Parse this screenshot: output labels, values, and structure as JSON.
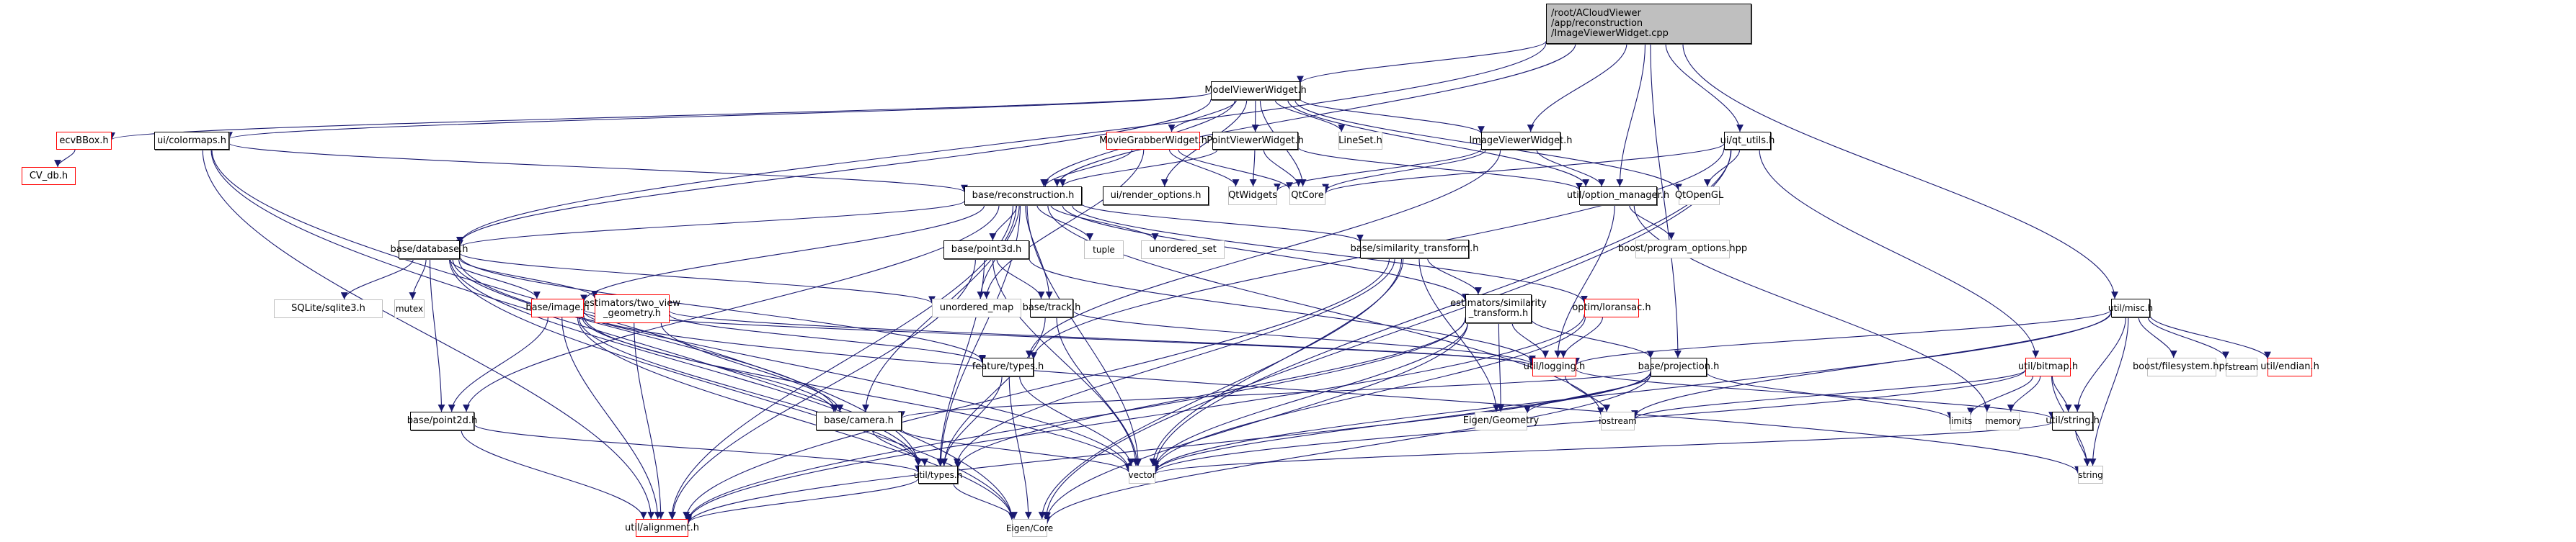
{
  "title": "Include dependency graph for ImageViewerWidget.cpp",
  "colors": {
    "edge": "#191970",
    "root_fill": "#bfbfbf",
    "documented_border": "#000000",
    "system_border": "#bfbfbf",
    "undocumented_border": "#ff0000"
  },
  "nodes": [
    {
      "id": "root",
      "label": "/root/ACloudViewer\n/app/reconstruction\n/ImageViewerWidget.cpp",
      "kind": "root"
    },
    {
      "id": "ModelViewerWidget",
      "label": "ModelViewerWidget.h",
      "kind": "doc"
    },
    {
      "id": "ecvBBox",
      "label": "ecvBBox.h",
      "kind": "missing"
    },
    {
      "id": "CV_db",
      "label": "CV_db.h",
      "kind": "missing"
    },
    {
      "id": "colormaps",
      "label": "ui/colormaps.h",
      "kind": "doc"
    },
    {
      "id": "MovieGrabberWidget",
      "label": "MovieGrabberWidget.h",
      "kind": "missing"
    },
    {
      "id": "PointViewerWidget",
      "label": "PointViewerWidget.h",
      "kind": "doc"
    },
    {
      "id": "LineSet",
      "label": "LineSet.h",
      "kind": "sys"
    },
    {
      "id": "ImageViewerWidget",
      "label": "ImageViewerWidget.h",
      "kind": "doc"
    },
    {
      "id": "qt_utils",
      "label": "ui/qt_utils.h",
      "kind": "doc"
    },
    {
      "id": "reconstruction",
      "label": "base/reconstruction.h",
      "kind": "doc"
    },
    {
      "id": "render_options",
      "label": "ui/render_options.h",
      "kind": "doc"
    },
    {
      "id": "QtWidgets",
      "label": "QtWidgets",
      "kind": "sys"
    },
    {
      "id": "QtCore",
      "label": "QtCore",
      "kind": "sys"
    },
    {
      "id": "option_manager",
      "label": "util/option_manager.h",
      "kind": "doc"
    },
    {
      "id": "QtOpenGL",
      "label": "QtOpenGL",
      "kind": "sys"
    },
    {
      "id": "database",
      "label": "base/database.h",
      "kind": "doc"
    },
    {
      "id": "point3d",
      "label": "base/point3d.h",
      "kind": "doc"
    },
    {
      "id": "tuple",
      "label": "tuple",
      "kind": "sys"
    },
    {
      "id": "unordered_set",
      "label": "unordered_set",
      "kind": "sys"
    },
    {
      "id": "similarity_transform",
      "label": "base/similarity_transform.h",
      "kind": "doc"
    },
    {
      "id": "program_options",
      "label": "boost/program_options.hpp",
      "kind": "sys"
    },
    {
      "id": "misc",
      "label": "util/misc.h",
      "kind": "doc"
    },
    {
      "id": "sqlite3",
      "label": "SQLite/sqlite3.h",
      "kind": "sys"
    },
    {
      "id": "mutex",
      "label": "mutex",
      "kind": "sys"
    },
    {
      "id": "image",
      "label": "base/image.h",
      "kind": "missing"
    },
    {
      "id": "two_view_geometry",
      "label": "estimators/two_view\n_geometry.h",
      "kind": "missing"
    },
    {
      "id": "unordered_map",
      "label": "unordered_map",
      "kind": "sys"
    },
    {
      "id": "track",
      "label": "base/track.h",
      "kind": "doc"
    },
    {
      "id": "est_similarity_transform",
      "label": "estimators/similarity\n_transform.h",
      "kind": "doc"
    },
    {
      "id": "loransac",
      "label": "optim/loransac.h",
      "kind": "missing"
    },
    {
      "id": "bitmap",
      "label": "util/bitmap.h",
      "kind": "missing"
    },
    {
      "id": "filesystem",
      "label": "boost/filesystem.hpp",
      "kind": "sys"
    },
    {
      "id": "fstream",
      "label": "fstream",
      "kind": "sys"
    },
    {
      "id": "endian",
      "label": "util/endian.h",
      "kind": "missing"
    },
    {
      "id": "feature_types",
      "label": "feature/types.h",
      "kind": "doc"
    },
    {
      "id": "logging",
      "label": "util/logging.h",
      "kind": "missing"
    },
    {
      "id": "projection",
      "label": "base/projection.h",
      "kind": "doc"
    },
    {
      "id": "point2d",
      "label": "base/point2d.h",
      "kind": "doc"
    },
    {
      "id": "camera",
      "label": "base/camera.h",
      "kind": "doc"
    },
    {
      "id": "EigenGeometry",
      "label": "Eigen/Geometry",
      "kind": "sys"
    },
    {
      "id": "iostream",
      "label": "iostream",
      "kind": "sys"
    },
    {
      "id": "limits",
      "label": "limits",
      "kind": "sys"
    },
    {
      "id": "memory",
      "label": "memory",
      "kind": "sys"
    },
    {
      "id": "util_string",
      "label": "util/string.h",
      "kind": "doc"
    },
    {
      "id": "util_types",
      "label": "util/types.h",
      "kind": "doc"
    },
    {
      "id": "vector",
      "label": "vector",
      "kind": "sys"
    },
    {
      "id": "string",
      "label": "string",
      "kind": "sys"
    },
    {
      "id": "alignment",
      "label": "util/alignment.h",
      "kind": "missing"
    },
    {
      "id": "EigenCore",
      "label": "Eigen/Core",
      "kind": "sys"
    }
  ],
  "edges": [
    [
      "root",
      "ModelViewerWidget"
    ],
    [
      "root",
      "reconstruction"
    ],
    [
      "root",
      "database"
    ],
    [
      "root",
      "ImageViewerWidget"
    ],
    [
      "root",
      "option_manager"
    ],
    [
      "root",
      "qt_utils"
    ],
    [
      "root",
      "misc"
    ],
    [
      "root",
      "projection"
    ],
    [
      "ModelViewerWidget",
      "ecvBBox"
    ],
    [
      "ModelViewerWidget",
      "colormaps"
    ],
    [
      "ModelViewerWidget",
      "MovieGrabberWidget"
    ],
    [
      "ModelViewerWidget",
      "PointViewerWidget"
    ],
    [
      "ModelViewerWidget",
      "LineSet"
    ],
    [
      "ModelViewerWidget",
      "ImageViewerWidget"
    ],
    [
      "ModelViewerWidget",
      "reconstruction"
    ],
    [
      "ModelViewerWidget",
      "render_options"
    ],
    [
      "ModelViewerWidget",
      "QtCore"
    ],
    [
      "ModelViewerWidget",
      "option_manager"
    ],
    [
      "ModelViewerWidget",
      "QtOpenGL"
    ],
    [
      "ModelViewerWidget",
      "database"
    ],
    [
      "ecvBBox",
      "CV_db"
    ],
    [
      "colormaps",
      "reconstruction"
    ],
    [
      "colormaps",
      "util_types"
    ],
    [
      "colormaps",
      "alignment"
    ],
    [
      "colormaps",
      "EigenCore"
    ],
    [
      "MovieGrabberWidget",
      "reconstruction"
    ],
    [
      "MovieGrabberWidget",
      "QtWidgets"
    ],
    [
      "MovieGrabberWidget",
      "QtCore"
    ],
    [
      "MovieGrabberWidget",
      "unordered_map"
    ],
    [
      "PointViewerWidget",
      "reconstruction"
    ],
    [
      "PointViewerWidget",
      "QtWidgets"
    ],
    [
      "PointViewerWidget",
      "QtCore"
    ],
    [
      "PointViewerWidget",
      "option_manager"
    ],
    [
      "ImageViewerWidget",
      "QtWidgets"
    ],
    [
      "ImageViewerWidget",
      "QtCore"
    ],
    [
      "ImageViewerWidget",
      "option_manager"
    ],
    [
      "ImageViewerWidget",
      "feature_types"
    ],
    [
      "qt_utils",
      "QtCore"
    ],
    [
      "qt_utils",
      "QtOpenGL"
    ],
    [
      "qt_utils",
      "feature_types"
    ],
    [
      "qt_utils",
      "bitmap"
    ],
    [
      "qt_utils",
      "vector"
    ],
    [
      "qt_utils",
      "EigenCore"
    ],
    [
      "reconstruction",
      "database"
    ],
    [
      "reconstruction",
      "point3d"
    ],
    [
      "reconstruction",
      "tuple"
    ],
    [
      "reconstruction",
      "unordered_set"
    ],
    [
      "reconstruction",
      "similarity_transform"
    ],
    [
      "reconstruction",
      "image"
    ],
    [
      "reconstruction",
      "unordered_map"
    ],
    [
      "reconstruction",
      "track"
    ],
    [
      "reconstruction",
      "est_similarity_transform"
    ],
    [
      "reconstruction",
      "loransac"
    ],
    [
      "reconstruction",
      "camera"
    ],
    [
      "reconstruction",
      "point2d"
    ],
    [
      "reconstruction",
      "util_types"
    ],
    [
      "reconstruction",
      "vector"
    ],
    [
      "reconstruction",
      "iostream"
    ],
    [
      "reconstruction",
      "alignment"
    ],
    [
      "option_manager",
      "program_options"
    ],
    [
      "option_manager",
      "logging"
    ],
    [
      "option_manager",
      "memory"
    ],
    [
      "database",
      "sqlite3"
    ],
    [
      "database",
      "mutex"
    ],
    [
      "database",
      "image"
    ],
    [
      "database",
      "two_view_geometry"
    ],
    [
      "database",
      "unordered_map"
    ],
    [
      "database",
      "feature_types"
    ],
    [
      "database",
      "camera"
    ],
    [
      "database",
      "point2d"
    ],
    [
      "database",
      "util_types"
    ],
    [
      "database",
      "vector"
    ],
    [
      "database",
      "EigenCore"
    ],
    [
      "point3d",
      "track"
    ],
    [
      "point3d",
      "util_types"
    ],
    [
      "point3d",
      "logging"
    ],
    [
      "point3d",
      "vector"
    ],
    [
      "point3d",
      "alignment"
    ],
    [
      "similarity_transform",
      "est_similarity_transform"
    ],
    [
      "similarity_transform",
      "EigenGeometry"
    ],
    [
      "similarity_transform",
      "util_types"
    ],
    [
      "similarity_transform",
      "vector"
    ],
    [
      "similarity_transform",
      "alignment"
    ],
    [
      "similarity_transform",
      "EigenCore"
    ],
    [
      "misc",
      "logging"
    ],
    [
      "misc",
      "filesystem"
    ],
    [
      "misc",
      "fstream"
    ],
    [
      "misc",
      "endian"
    ],
    [
      "misc",
      "util_string"
    ],
    [
      "misc",
      "string"
    ],
    [
      "misc",
      "vector"
    ],
    [
      "misc",
      "iostream"
    ],
    [
      "image",
      "point2d"
    ],
    [
      "image",
      "camera"
    ],
    [
      "image",
      "util_types"
    ],
    [
      "image",
      "logging"
    ],
    [
      "image",
      "vector"
    ],
    [
      "image",
      "alignment"
    ],
    [
      "image",
      "string"
    ],
    [
      "image",
      "EigenCore"
    ],
    [
      "two_view_geometry",
      "camera"
    ],
    [
      "two_view_geometry",
      "feature_types"
    ],
    [
      "two_view_geometry",
      "alignment"
    ],
    [
      "two_view_geometry",
      "logging"
    ],
    [
      "track",
      "util_types"
    ],
    [
      "track",
      "logging"
    ],
    [
      "track",
      "vector"
    ],
    [
      "est_similarity_transform",
      "logging"
    ],
    [
      "est_similarity_transform",
      "EigenGeometry"
    ],
    [
      "est_similarity_transform",
      "util_types"
    ],
    [
      "est_similarity_transform",
      "vector"
    ],
    [
      "est_similarity_transform",
      "projection"
    ],
    [
      "est_similarity_transform",
      "alignment"
    ],
    [
      "est_similarity_transform",
      "EigenCore"
    ],
    [
      "loransac",
      "logging"
    ],
    [
      "loransac",
      "vector"
    ],
    [
      "loransac",
      "alignment"
    ],
    [
      "bitmap",
      "limits"
    ],
    [
      "bitmap",
      "memory"
    ],
    [
      "bitmap",
      "util_string"
    ],
    [
      "bitmap",
      "string"
    ],
    [
      "bitmap",
      "vector"
    ],
    [
      "bitmap",
      "iostream"
    ],
    [
      "feature_types",
      "util_types"
    ],
    [
      "feature_types",
      "vector"
    ],
    [
      "feature_types",
      "EigenCore"
    ],
    [
      "logging",
      "iostream"
    ],
    [
      "logging",
      "util_string"
    ],
    [
      "projection",
      "camera"
    ],
    [
      "projection",
      "EigenGeometry"
    ],
    [
      "projection",
      "limits"
    ],
    [
      "projection",
      "vector"
    ],
    [
      "projection",
      "EigenCore"
    ],
    [
      "projection",
      "alignment"
    ],
    [
      "point2d",
      "util_types"
    ],
    [
      "point2d",
      "alignment"
    ],
    [
      "camera",
      "util_types"
    ],
    [
      "camera",
      "vector"
    ],
    [
      "util_string",
      "string"
    ],
    [
      "util_string",
      "vector"
    ],
    [
      "util_types",
      "alignment"
    ],
    [
      "util_types",
      "EigenCore"
    ]
  ]
}
